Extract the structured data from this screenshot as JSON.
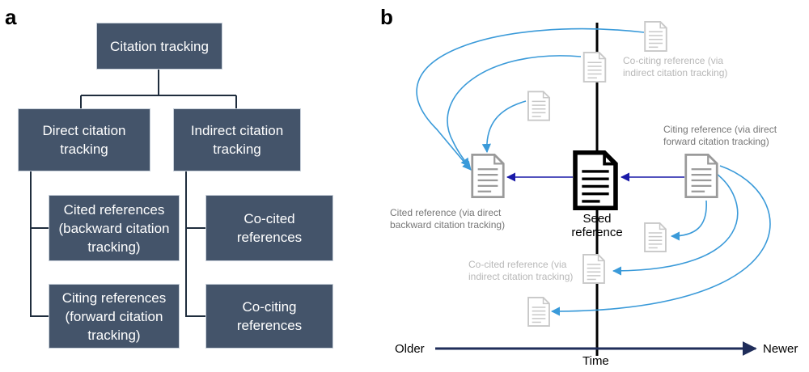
{
  "panel_a": {
    "letter": "a",
    "boxes": {
      "root": "Citation tracking",
      "direct": "Direct citation\ntracking",
      "indirect": "Indirect citation\ntracking",
      "cited": "Cited references\n(backward citation\ntracking)",
      "citing": "Citing references\n(forward citation\ntracking)",
      "cocited": "Co-cited\nreferences",
      "cociting": "Co-citing\nreferences"
    },
    "box_color": "#44546a",
    "line_color": "#1f2d3d"
  },
  "panel_b": {
    "letter": "b",
    "labels": {
      "co_citing": "Co-citing reference (via\nindirect citation tracking)",
      "citing": "Citing reference (via direct\nforward citation tracking)",
      "cited": "Cited reference (via direct\nbackward citation tracking)",
      "seed": "Seed\nreference",
      "co_cited": "Co-cited reference (via\nindirect citation tracking)"
    },
    "axis": {
      "older": "Older",
      "time": "Time",
      "newer": "Newer"
    },
    "colors": {
      "arrow_light": "#3a9ad9",
      "arrow_dark": "#1a1aa8",
      "axis": "#1f2d5a",
      "doc_faint": "#c8c8c8",
      "doc_grey": "#9a9a9a"
    },
    "icons": [
      "document-icon"
    ]
  }
}
